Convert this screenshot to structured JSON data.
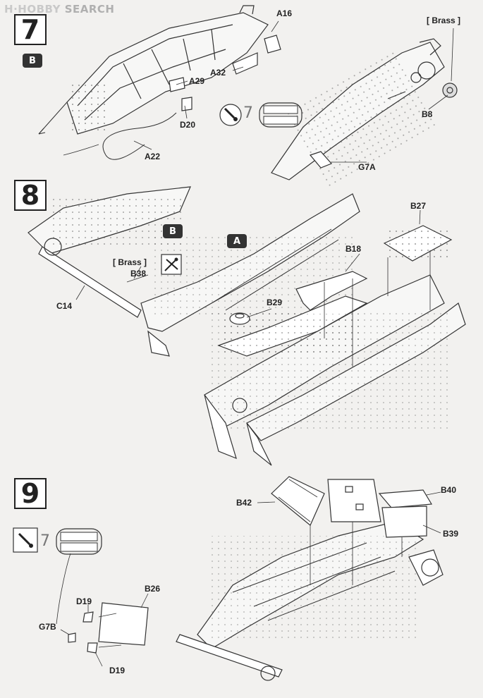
{
  "watermark": {
    "logo": "H",
    "brand": "HOBBY",
    "suffix": "SEARCH"
  },
  "steps": [
    {
      "number": "7",
      "badge": "B",
      "labels": {
        "a16": "A16",
        "a32": "A32",
        "a29": "A29",
        "d20": "D20",
        "a22": "A22",
        "brass": "[ Brass ]",
        "b8": "B8",
        "g7a": "G7A",
        "ref": "7"
      }
    },
    {
      "number": "8",
      "badge_b": "B",
      "badge_a": "A",
      "labels": {
        "brass": "[ Brass ]",
        "b38": "B38",
        "c14": "C14",
        "b27": "B27",
        "b18": "B18",
        "b29": "B29"
      }
    },
    {
      "number": "9",
      "labels": {
        "b42": "B42",
        "b40": "B40",
        "b39": "B39",
        "b26": "B26",
        "d19_top": "D19",
        "g7b": "G7B",
        "d19_bottom": "D19",
        "ref": "7"
      }
    }
  ]
}
